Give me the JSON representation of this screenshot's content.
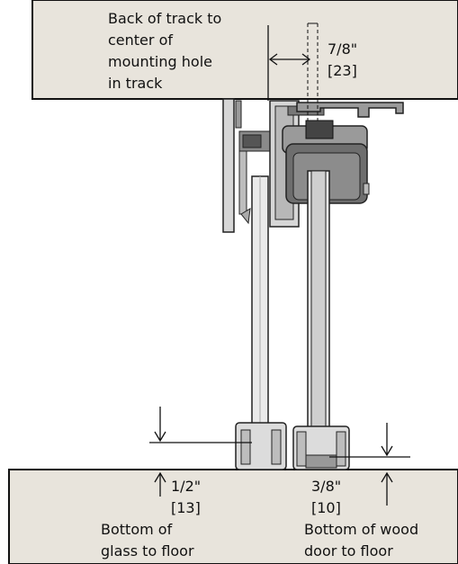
{
  "annotations": {
    "track_offset": {
      "description_lines": [
        "Back of track to",
        "center of",
        "mounting hole",
        "in track"
      ],
      "imperial": "7/8\"",
      "metric": "[23]"
    },
    "glass_clearance": {
      "imperial": "1/2\"",
      "metric": "[13]",
      "description_lines": [
        "Bottom of",
        "glass to floor"
      ]
    },
    "door_clearance": {
      "imperial": "3/8\"",
      "metric": "[10]",
      "description_lines": [
        "Bottom of wood",
        "door to floor"
      ]
    }
  },
  "colors": {
    "ceiling": "#e8e4dc",
    "floor": "#e8e4dc",
    "hardware_dark": "#6e6e6e",
    "hardware_mid": "#9a9a9a",
    "hardware_light": "#d6d6d6",
    "line": "#111111"
  }
}
